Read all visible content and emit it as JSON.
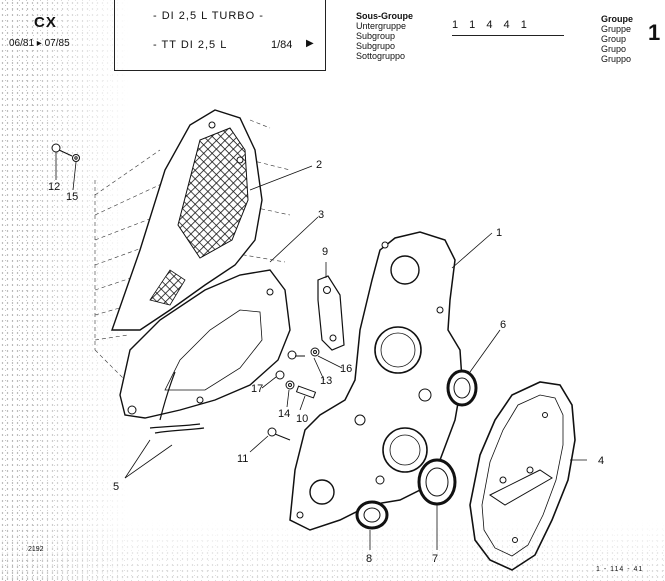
{
  "header": {
    "model": "CX",
    "dates": "06/81 ▸ 07/85",
    "title_line_1": "- DI 2,5 L TURBO -",
    "title_line_2": "- TT  DI 2,5 L",
    "page": "1/84",
    "page_arrow": "▶",
    "subgroup_labels": [
      "Sous-Groupe",
      "Untergruppe",
      "Subgroup",
      "Subgrupo",
      "Sottogruppo"
    ],
    "subgroup_code": "1 1 4  4 1",
    "group_labels": [
      "Groupe",
      "Gruppe",
      "Group",
      "Grupo",
      "Gruppo"
    ],
    "group_number": "1"
  },
  "diagram": {
    "callouts": {
      "c1": "1",
      "c2": "2",
      "c3": "3",
      "c4": "4",
      "c5": "5",
      "c6": "6",
      "c7": "7",
      "c8": "8",
      "c9": "9",
      "c10": "10",
      "c11": "11",
      "c12": "12",
      "c13": "13",
      "c14": "14",
      "c15": "15",
      "c16": "16",
      "c17": "17"
    }
  },
  "footer": {
    "ref_left": "2192",
    "ref_right": "1 - 114 - 41"
  }
}
